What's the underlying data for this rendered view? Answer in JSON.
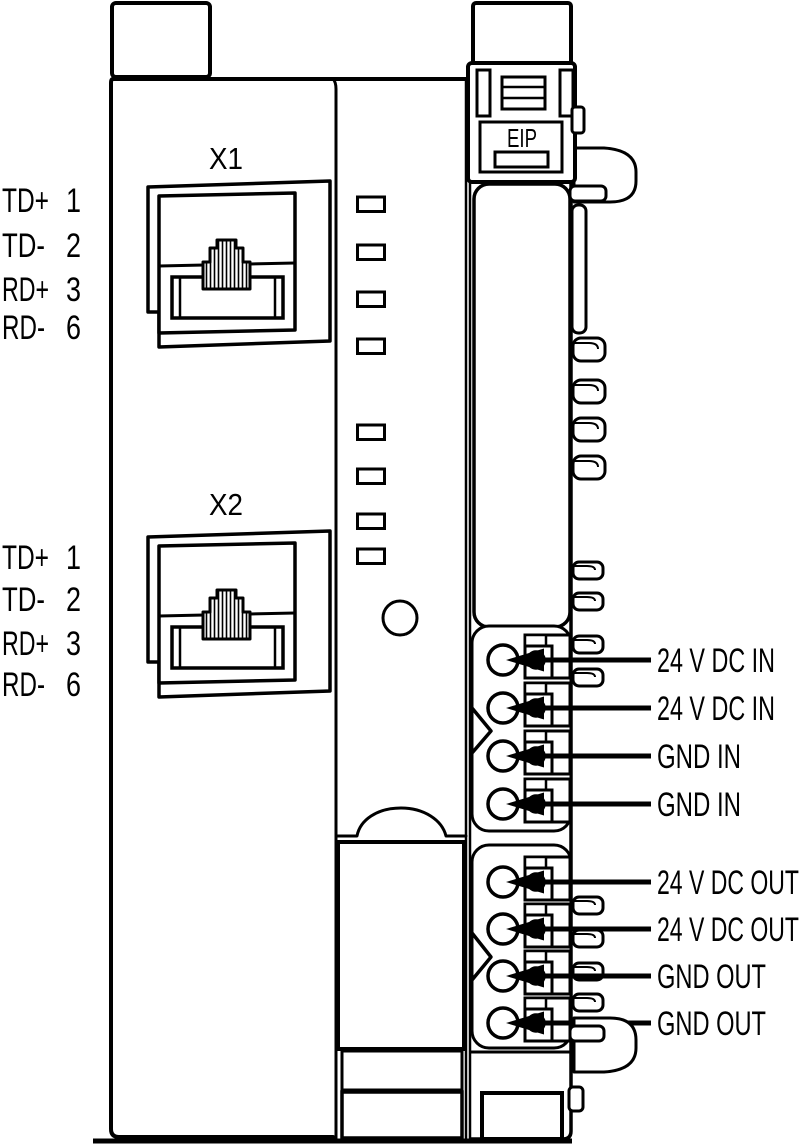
{
  "eip_label": "EIP",
  "ports": [
    {
      "label": "X1",
      "pins": [
        {
          "signal": "TD+",
          "number": "1"
        },
        {
          "signal": "TD-",
          "number": "2"
        },
        {
          "signal": "RD+",
          "number": "3"
        },
        {
          "signal": "RD-",
          "number": "6"
        }
      ]
    },
    {
      "label": "X2",
      "pins": [
        {
          "signal": "TD+",
          "number": "1"
        },
        {
          "signal": "TD-",
          "number": "2"
        },
        {
          "signal": "RD+",
          "number": "3"
        },
        {
          "signal": "RD-",
          "number": "6"
        }
      ]
    }
  ],
  "terminals": [
    {
      "label": "24 V DC IN"
    },
    {
      "label": "24 V DC IN"
    },
    {
      "label": "GND IN"
    },
    {
      "label": "GND IN"
    },
    {
      "label": "24 V DC OUT"
    },
    {
      "label": "24 V DC OUT"
    },
    {
      "label": "GND OUT"
    },
    {
      "label": "GND OUT"
    }
  ],
  "colors": {
    "ink": "#000000",
    "background": "#ffffff"
  }
}
